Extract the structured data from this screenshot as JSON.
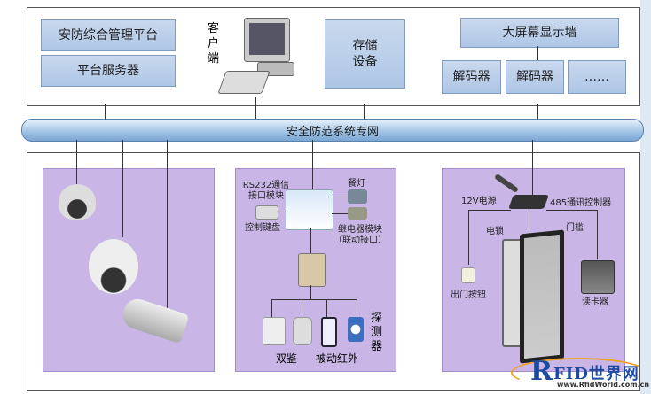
{
  "top": {
    "platform": "安防综合管理平台",
    "server": "平台服务器",
    "client": "客户端",
    "storage": "存储设备",
    "wall": "大屏幕显示墙",
    "decoders": [
      "解码器",
      "解码器",
      "……"
    ]
  },
  "network": "安全防范系统专网",
  "alarm": {
    "rs232": "RS232通信接口模块",
    "keyboard": "控制键盘",
    "light": "餐灯",
    "relay": "继电器模块（联动接口）",
    "detector": "探测器",
    "dual": "双鉴",
    "pir": "被动红外"
  },
  "access": {
    "power": "12V电源",
    "controller": "485通讯控制器",
    "lock": "电锁",
    "threshold": "门槛",
    "exit_button": "出门按钮",
    "card_reader": "读卡器"
  },
  "logo": {
    "text": "RFID世界网",
    "url": "www.RfidWorld.com.cn"
  }
}
